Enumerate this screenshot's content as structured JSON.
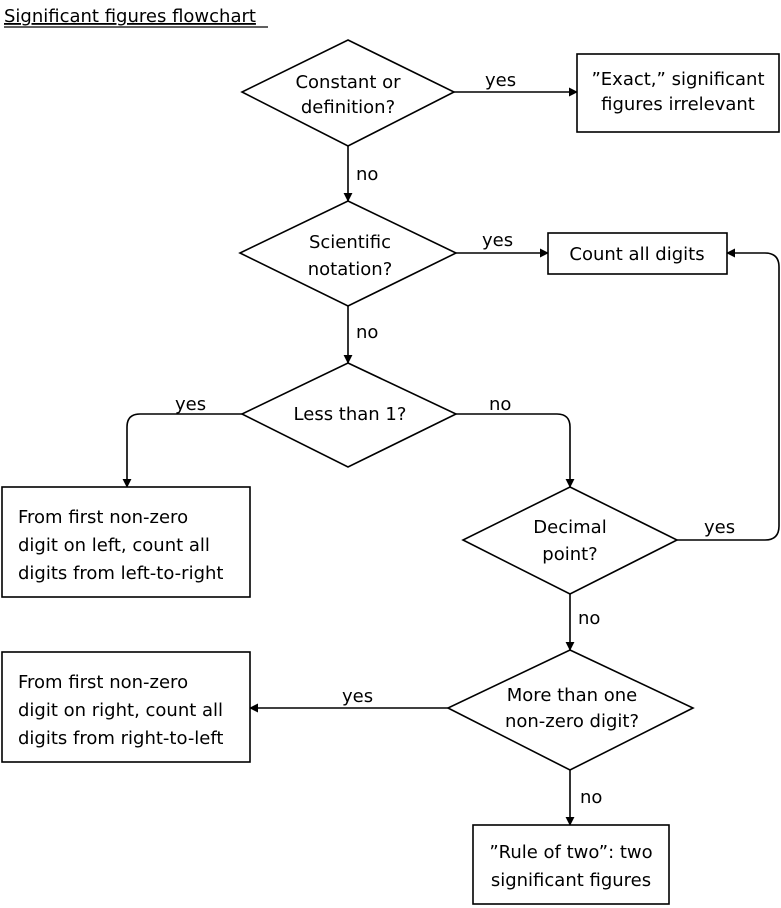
{
  "title": "Significant figures flowchart",
  "nodes": {
    "constant_or_definition": [
      "Constant or",
      "definition?"
    ],
    "exact": [
      "”Exact,” significant",
      "figures irrelevant"
    ],
    "scientific_notation": [
      "Scientific",
      "notation?"
    ],
    "count_all_digits": [
      "Count all digits"
    ],
    "less_than_1": [
      "Less than 1?"
    ],
    "first_nonzero_left": [
      "From first non-zero",
      "digit on left, count all",
      "digits from left-to-right"
    ],
    "decimal_point": [
      "Decimal",
      "point?"
    ],
    "more_than_one_nonzero": [
      "More than one",
      "non-zero digit?"
    ],
    "first_nonzero_right": [
      "From first non-zero",
      "digit on right, count all",
      "digits from right-to-left"
    ],
    "rule_of_two": [
      "”Rule of two”: two",
      "significant figures"
    ]
  },
  "edges": {
    "e1_yes": "yes",
    "e2_no": "no",
    "e3_yes": "yes",
    "e4_no": "no",
    "e5_yes": "yes",
    "e6_no": "no",
    "e7_yes": "yes",
    "e8_no": "no",
    "e9_yes": "yes",
    "e10_no": "no"
  }
}
